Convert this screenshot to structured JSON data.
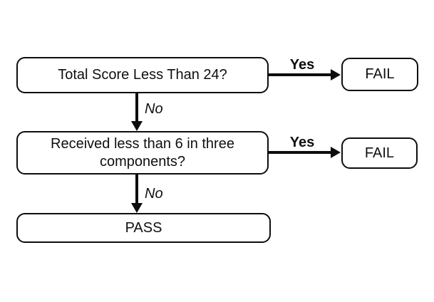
{
  "flowchart": {
    "title": "Pass/Fail decision flowchart",
    "nodes": {
      "q1": {
        "label": "Total Score Less Than 24?"
      },
      "fail1": {
        "label": "FAIL"
      },
      "q2": {
        "label": "Received less than 6 in three components?"
      },
      "fail2": {
        "label": "FAIL"
      },
      "pass": {
        "label": "PASS"
      }
    },
    "edges": {
      "q1_fail1": {
        "label": "Yes"
      },
      "q1_q2": {
        "label": "No"
      },
      "q2_fail2": {
        "label": "Yes"
      },
      "q2_pass": {
        "label": "No"
      }
    },
    "colors": {
      "border": "#0d0d0d",
      "text": "#0f0f0f",
      "arrow": "#0d0d0d",
      "background": "#ffffff"
    }
  }
}
